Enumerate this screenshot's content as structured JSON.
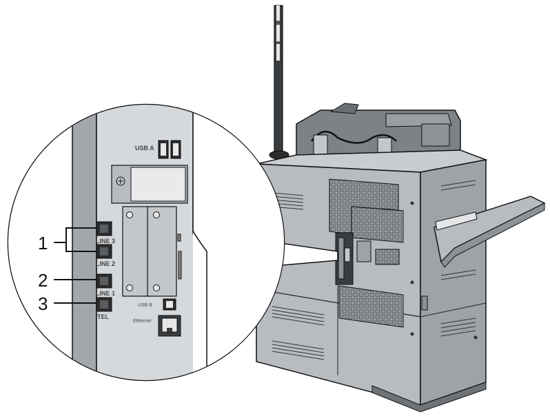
{
  "ports": {
    "usb_a": "USB A",
    "line3": "LINE 3",
    "line2": "LINE 2",
    "line1": "LINE 1",
    "tel": "TEL",
    "usb_b": "USB B",
    "ethernet": "Ethernet"
  },
  "callouts": [
    "1",
    "2",
    "3"
  ],
  "colors": {
    "machine_body": "#b4b8bc",
    "machine_dark": "#6e7378",
    "outline": "#1a1a1a",
    "inset_panel": "#d6d9dc",
    "background": "#ffffff"
  }
}
